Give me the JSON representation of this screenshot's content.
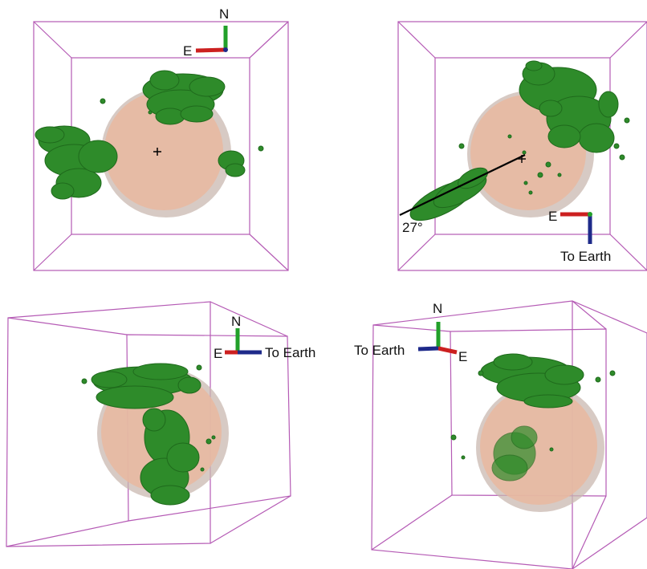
{
  "colors": {
    "box": "#b55bb5",
    "sphere_fill": "#e9b8a0",
    "sphere_edge": "#c9b8b0",
    "cloud": "#2e8b2a",
    "cloud_dark": "#1f6a1c",
    "axis_n": "#22a02a",
    "axis_e": "#cc2020",
    "axis_earth": "#1e2a8a",
    "line": "#000000"
  },
  "panels": [
    {
      "id": "top-left",
      "axis_labels": {
        "n": "N",
        "e": "E"
      },
      "marker": "center-cross"
    },
    {
      "id": "top-right",
      "axis_labels": {
        "e": "E",
        "earth": "To Earth"
      },
      "angle_label": "27°"
    },
    {
      "id": "bottom-left",
      "axis_labels": {
        "n": "N",
        "e": "E",
        "earth": "To Earth"
      }
    },
    {
      "id": "bottom-right",
      "axis_labels": {
        "n": "N",
        "e": "E",
        "earth": "To Earth"
      }
    }
  ]
}
